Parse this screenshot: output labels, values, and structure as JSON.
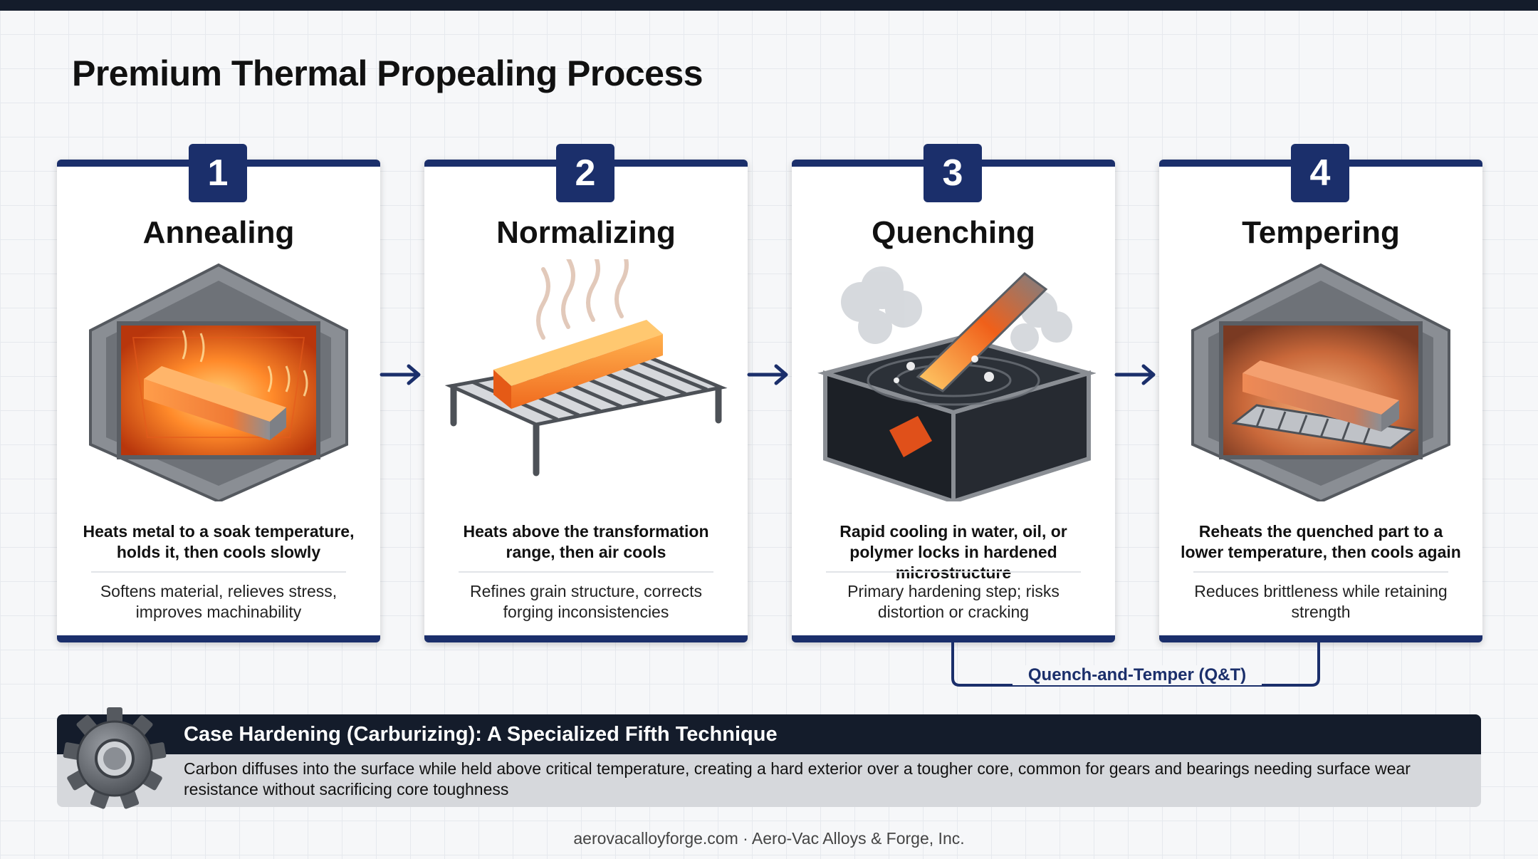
{
  "title": "Premium Thermal Propealing Process",
  "steps": [
    {
      "number": "1",
      "title": "Annealing",
      "description": "Heats metal to a soak temperature, holds it, then cools slowly",
      "benefit": "Softens material, relieves stress, improves machinability",
      "icon": "furnace-bar-icon"
    },
    {
      "number": "2",
      "title": "Normalizing",
      "description": "Heats above the transformation range, then air cools",
      "benefit": "Refines grain structure, corrects forging inconsistencies",
      "icon": "cooling-rack-bar-icon"
    },
    {
      "number": "3",
      "title": "Quenching",
      "description": "Rapid cooling in water, oil, or polymer locks in hardened microstructure",
      "benefit": "Primary hardening step; risks distortion or cracking",
      "icon": "quench-tank-icon"
    },
    {
      "number": "4",
      "title": "Tempering",
      "description": "Reheats the quenched part to a lower temperature, then cools again",
      "benefit": "Reduces brittleness while retaining strength",
      "icon": "tempering-oven-icon"
    }
  ],
  "qt_label": "Quench-and-Temper (Q&T)",
  "case_hardening": {
    "title": "Case Hardening (Carburizing): A Specialized Fifth Technique",
    "text": "Carbon diffuses into the surface while held above critical temperature, creating a hard exterior over a tougher core, common for gears and bearings needing surface wear resistance without sacrificing core toughness",
    "icon": "gear-icon"
  },
  "footer": "aerovacalloyforge.com · Aero-Vac Alloys & Forge, Inc.",
  "colors": {
    "navy": "#1b2f6b",
    "dark_header": "#141c2b",
    "glow_orange": "#ff7a1f",
    "steel_gray": "#6e7278"
  }
}
